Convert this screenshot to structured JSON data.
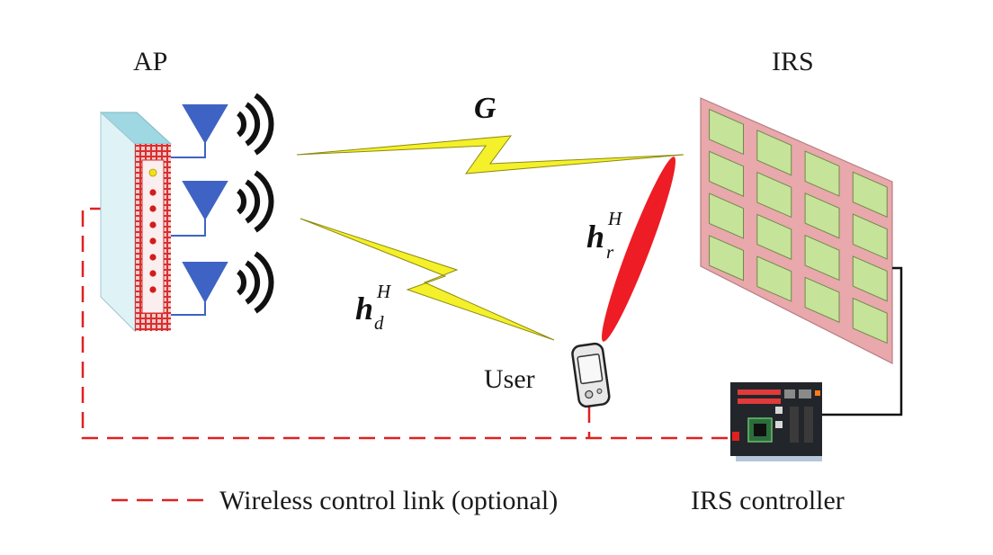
{
  "labels": {
    "ap": "AP",
    "irs": "IRS",
    "user": "User",
    "irs_controller": "IRS controller",
    "legend": "Wireless control link (optional)"
  },
  "channels": {
    "g": {
      "symbol": "G"
    },
    "hd": {
      "symbol": "h",
      "superscript": "H",
      "subscript": "d"
    },
    "hr": {
      "symbol": "h",
      "superscript": "H",
      "subscript": "r"
    }
  },
  "colors": {
    "control_link": "#e02020",
    "ap_body": "#dff3f7",
    "ap_top": "#9fd8e2",
    "ap_grid": "#d63030",
    "antenna": "#3f63c4",
    "yellow_link": "#f4f02a",
    "red_link": "#ee1c24",
    "irs_frame": "#e8a8ac",
    "irs_element": "#c6e39a",
    "pcb": "#22262a"
  },
  "icons": {
    "ap": "access-point-icon",
    "antenna": "antenna-icon",
    "signal": "signal-waves-icon",
    "user": "mobile-phone-icon",
    "irs": "reflecting-surface-icon",
    "controller": "circuit-board-icon"
  }
}
